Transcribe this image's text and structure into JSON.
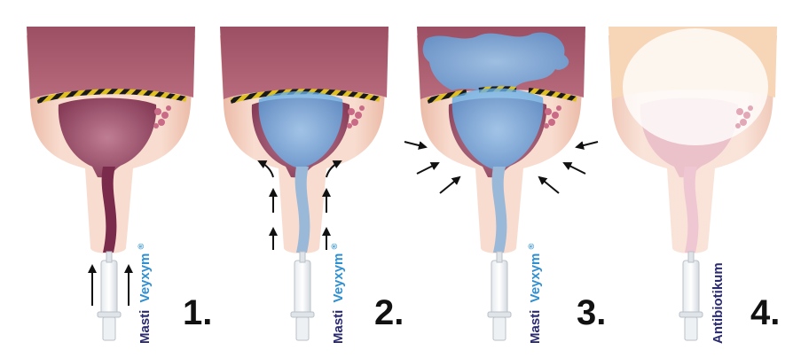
{
  "colors": {
    "tissue": "#a65a6d",
    "tissue_dark": "#8c3f57",
    "skin": "#f6d3c6",
    "skin_edge": "#eab7a3",
    "cistern": "#7a2a4a",
    "blue": "#5aa8e6",
    "brand_dark": "#2a2a6e",
    "brand_blue": "#2f8fd0",
    "stripe_yellow": "#e0c020",
    "stripe_black": "#1a1a1a",
    "arrow": "#111111"
  },
  "panels": [
    {
      "number": "1.",
      "label_words": [
        {
          "text": "Masti",
          "color": "#2a2a6e"
        },
        {
          "text": "Veyxym",
          "color": "#2f8fd0"
        },
        {
          "text": "®",
          "color": "#2f8fd0"
        }
      ]
    },
    {
      "number": "2.",
      "label_words": [
        {
          "text": "Masti",
          "color": "#2a2a6e"
        },
        {
          "text": "Veyxym",
          "color": "#2f8fd0"
        },
        {
          "text": "®",
          "color": "#2f8fd0"
        }
      ]
    },
    {
      "number": "3.",
      "label_words": [
        {
          "text": "Masti",
          "color": "#2a2a6e"
        },
        {
          "text": "Veyxym",
          "color": "#2f8fd0"
        },
        {
          "text": "®",
          "color": "#2f8fd0"
        }
      ]
    },
    {
      "number": "4.",
      "label_words": [
        {
          "text": "Antibiotikum",
          "color": "#2a2a6e"
        }
      ]
    }
  ]
}
